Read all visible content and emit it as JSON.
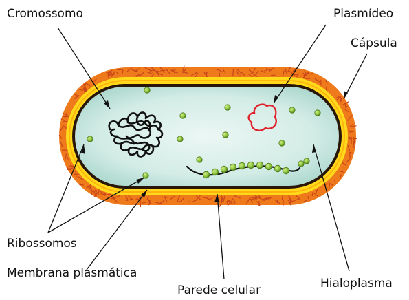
{
  "labels": {
    "cromossomo": "Cromossomo",
    "plasmideo": "Plasmídeo",
    "capsula": "Cápsula",
    "ribossomos": "Ribossomos",
    "membrana": "Membrana plasmática",
    "parede": "Parede celular",
    "hialoplasma": "Hialoplasma"
  },
  "colors": {
    "capsule": "#ee7a1c",
    "capsule_speckle": "#c8441a",
    "cell_wall": "#ffd91a",
    "membrane": "#2a1608",
    "cytoplasm_center": "#ecf7f4",
    "cytoplasm_edge": "#a9d6cc",
    "plasmid": "#e0232a",
    "ribosome": "#8cc63f",
    "ribosome_dark": "#4c7a1a",
    "leader_line": "#111111"
  }
}
